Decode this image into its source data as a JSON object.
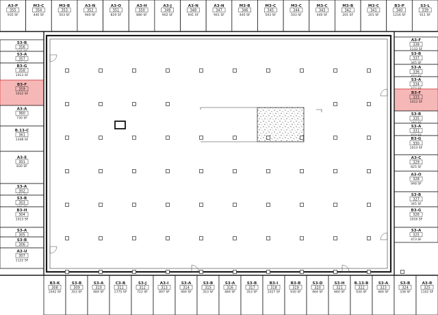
{
  "top_units": [
    {
      "code": "A3-P",
      "num": "355",
      "sf": "935 SF"
    },
    {
      "code": "M3-C",
      "num": "354",
      "sf": "440 SF"
    },
    {
      "code": "M3-B",
      "num": "353",
      "sf": "503 SF"
    },
    {
      "code": "A3-N",
      "num": "352",
      "sf": "940 SF"
    },
    {
      "code": "A3-O",
      "num": "351",
      "sf": "829 SF"
    },
    {
      "code": "A3-H",
      "num": "350",
      "sf": "880 SF"
    },
    {
      "code": "A3-J",
      "num": "349",
      "sf": "902 SF"
    },
    {
      "code": "A3-N",
      "num": "348",
      "sf": "941 SF"
    },
    {
      "code": "A3-N",
      "num": "347",
      "sf": "941 SF"
    },
    {
      "code": "M3-B",
      "num": "346",
      "sf": "440 SF"
    },
    {
      "code": "M3-C",
      "num": "345",
      "sf": "503 SF"
    },
    {
      "code": "M3-C",
      "num": "344",
      "sf": "503 SF"
    },
    {
      "code": "M3-C",
      "num": "343",
      "sf": "440 SF"
    },
    {
      "code": "M3-B",
      "num": "342",
      "sf": "201 SF"
    },
    {
      "code": "M3-C",
      "num": "341",
      "sf": "201 SF"
    },
    {
      "code": "B3-P",
      "num": "340",
      "sf": "1216 SF"
    },
    {
      "code": "S3-L",
      "num": "339",
      "sf": "611 SF"
    }
  ],
  "left_units": [
    {
      "code": "S3-B",
      "num": "356",
      "sf": "345 SF"
    },
    {
      "code": "S3-A",
      "num": "357",
      "sf": "473 SF"
    },
    {
      "code": "B3-G",
      "num": "358",
      "sf": "1013 SF"
    },
    {
      "code": "B3-F",
      "num": "359",
      "sf": "1012 SF",
      "highlight": true
    },
    {
      "code": "A3-A",
      "num": "360",
      "sf": "730 SF"
    },
    {
      "code": "B.13-C",
      "num": "361",
      "sf": "1348 SF"
    },
    {
      "code": "A3-E",
      "num": "301",
      "sf": "830 SF"
    },
    {
      "code": "S3-A",
      "num": "302",
      "sf": "473 SF"
    },
    {
      "code": "S3-B",
      "num": "303",
      "sf": "345 SF"
    },
    {
      "code": "B3-H",
      "num": "304",
      "sf": "1013 SF"
    },
    {
      "code": "S3-A",
      "num": "305",
      "sf": "473 SF"
    },
    {
      "code": "S3-B",
      "num": "306",
      "sf": "345 SF"
    },
    {
      "code": "A3-U",
      "num": "307",
      "sf": "1122 SF"
    }
  ],
  "right_units": [
    {
      "code": "A3-F",
      "num": "338",
      "sf": "1133 SF"
    },
    {
      "code": "S3-B",
      "num": "337",
      "sf": "345 SF"
    },
    {
      "code": "S3-A",
      "num": "336",
      "sf": "473 SF"
    },
    {
      "code": "S3-A",
      "num": "334",
      "sf": "473 SF"
    },
    {
      "code": "B3-F",
      "num": "333",
      "sf": "1012 SF",
      "highlight": true
    },
    {
      "code": "S3-B",
      "num": "335",
      "sf": "340 SF"
    },
    {
      "code": "S3-A",
      "num": "331",
      "sf": "473 SF"
    },
    {
      "code": "B3-G",
      "num": "330",
      "sf": "1013 SF"
    },
    {
      "code": "A3-C",
      "num": "329",
      "sf": "825 SF"
    },
    {
      "code": "A3-O",
      "num": "328",
      "sf": "948 SF"
    },
    {
      "code": "S3-B",
      "num": "327",
      "sf": "345 SF"
    },
    {
      "code": "B3-G",
      "num": "326",
      "sf": "1016 SF"
    },
    {
      "code": "S3-A",
      "num": "325",
      "sf": "473 SF"
    }
  ],
  "bottom_units": [
    {
      "code": "B3-K",
      "num": "308",
      "sf": "1042 SF"
    },
    {
      "code": "S3-B",
      "num": "309",
      "sf": "353 SF"
    },
    {
      "code": "S3-A",
      "num": "310",
      "sf": "484 SF"
    },
    {
      "code": "C3-B",
      "num": "311",
      "sf": "1775 SF"
    },
    {
      "code": "S3-J",
      "num": "312",
      "sf": "722 SF"
    },
    {
      "code": "A3-I",
      "num": "313",
      "sf": "897 SF"
    },
    {
      "code": "S3-A",
      "num": "314",
      "sf": "484 SF"
    },
    {
      "code": "S3-B",
      "num": "315",
      "sf": "353 SF"
    },
    {
      "code": "S3-A",
      "num": "316",
      "sf": "484 SF"
    },
    {
      "code": "S3-B",
      "num": "317",
      "sf": "353 SF"
    },
    {
      "code": "B3-I",
      "num": "318",
      "sf": "1027 SF"
    },
    {
      "code": "B3-B",
      "num": "319",
      "sf": "930 SF"
    },
    {
      "code": "S3-D",
      "num": "320",
      "sf": "464 SF"
    },
    {
      "code": "S3-H",
      "num": "321",
      "sf": "660 SF"
    },
    {
      "code": "B.13-B",
      "num": "322",
      "sf": "930 SF"
    },
    {
      "code": "S3-A",
      "num": "323",
      "sf": "484 SF"
    },
    {
      "code": "S3-B",
      "num": "324",
      "sf": "338 SF"
    },
    {
      "code": "A3-R",
      "num": "325",
      "sf": "1102 SF"
    }
  ],
  "colors": {
    "highlight_fill": "#f6b7b7",
    "highlight_stroke": "#d84a4a",
    "wall": "#1a1a1a",
    "background": "#ffffff"
  }
}
